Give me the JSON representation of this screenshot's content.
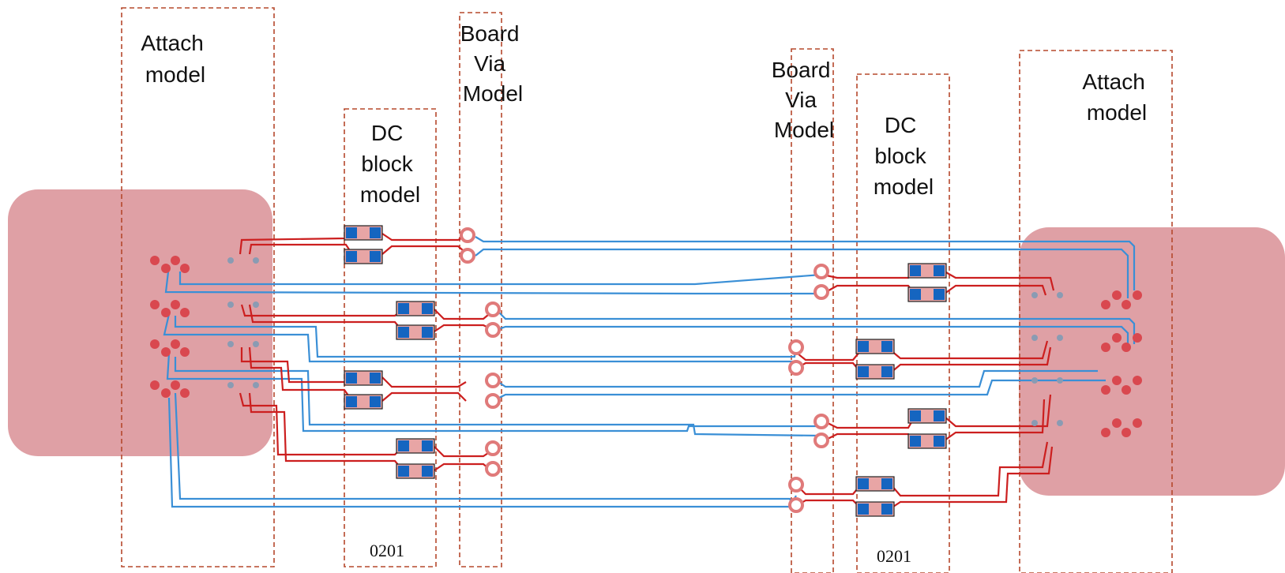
{
  "labels": {
    "attach_left": [
      "Attach",
      "model"
    ],
    "dc_block_left": [
      "DC",
      "block",
      "model"
    ],
    "board_via_left": [
      "Board",
      "Via",
      "Model"
    ],
    "board_via_right": [
      "Board",
      "Via",
      "Model"
    ],
    "dc_block_right": [
      "DC",
      "block",
      "model"
    ],
    "attach_right": [
      "Attach",
      "model"
    ]
  },
  "package_size_left": "0201",
  "package_size_right": "0201",
  "colors": {
    "package_fill": "#d98f95",
    "red_trace": "#cc1f1f",
    "blue_trace": "#3a8fd6",
    "frame": "#b5482c",
    "capacitor_pad": "#1565c0",
    "capacitor_body": "#e8a5a5"
  }
}
